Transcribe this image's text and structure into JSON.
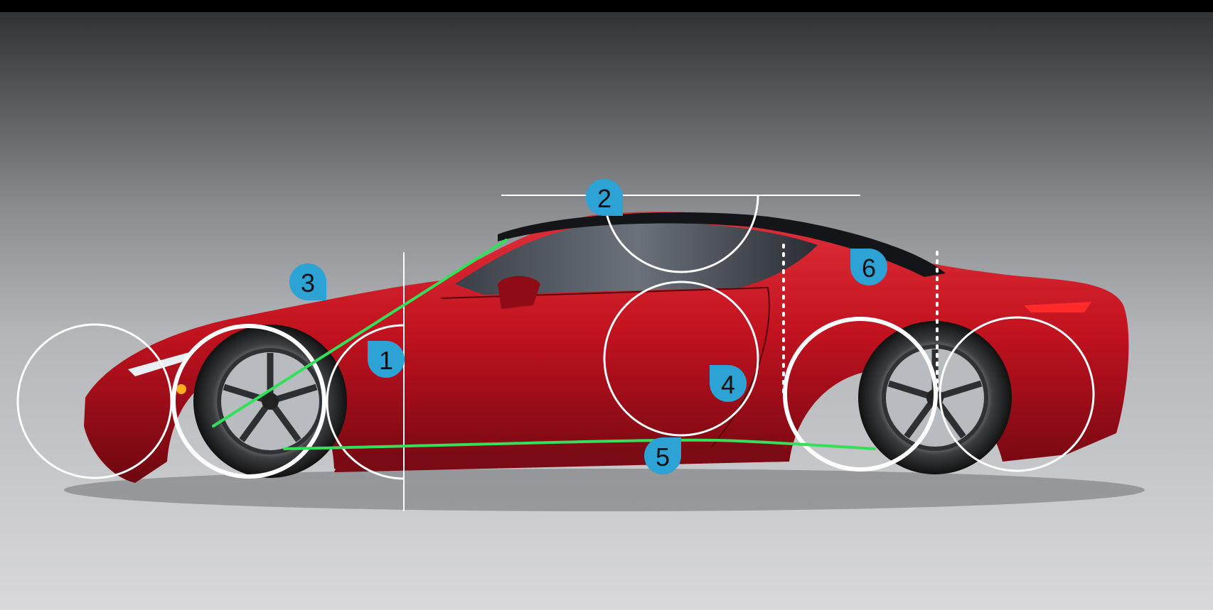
{
  "colors": {
    "bar": "#000000",
    "backdrop_top": "#2b2c30",
    "backdrop_mid": "#a7a9ad",
    "backdrop_bottom": "#d6d6d8",
    "car_body": "#c1121f",
    "car_shadow": "#6d0710",
    "glass": "#2c2f35",
    "guide_white": "#ffffff",
    "guide_green": "#32e05a",
    "marker": "#2ca3d4",
    "marker_text": "#111111"
  },
  "markers": [
    {
      "label": "1"
    },
    {
      "label": "2"
    },
    {
      "label": "3"
    },
    {
      "label": "4"
    },
    {
      "label": "5"
    },
    {
      "label": "6"
    }
  ]
}
